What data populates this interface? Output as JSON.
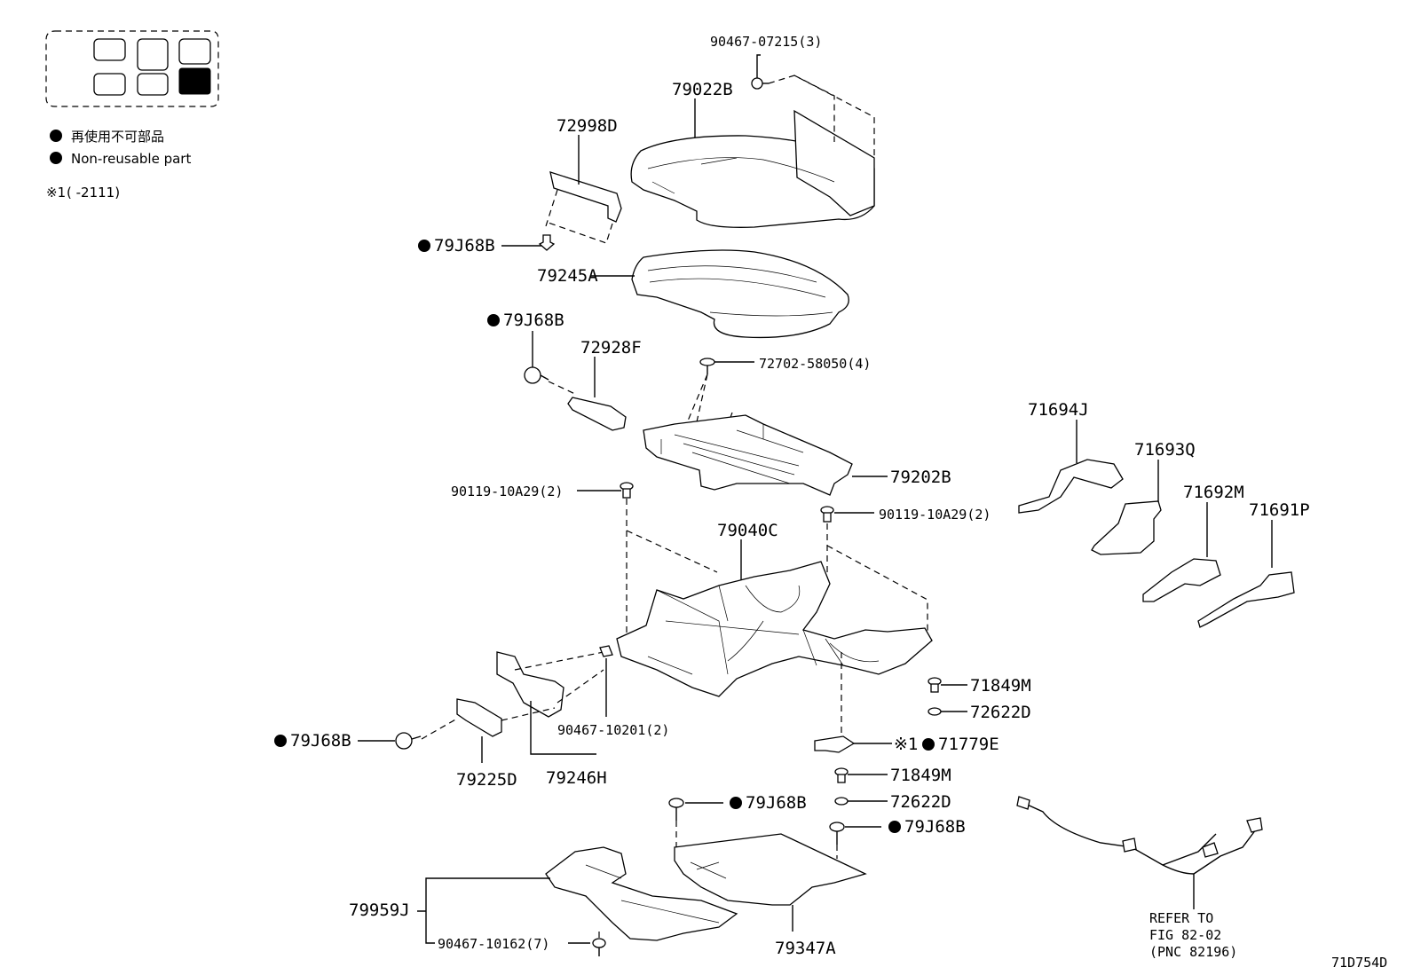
{
  "legend": {
    "non_reusable_jp": "再使用不可部品",
    "non_reusable_en": "Non-reusable part",
    "note1_mark": "※1",
    "note1_text": "( -2111)"
  },
  "diagram_code": "71D754D",
  "refer": {
    "line1": "REFER TO",
    "line2": "FIG 82-02",
    "line3": "(PNC 82196)"
  },
  "parts": {
    "p_90467_07215": "90467-07215(3)",
    "p_79022B": "79022B",
    "p_72998D": "72998D",
    "p_79J68B_a": "79J68B",
    "p_79245A": "79245A",
    "p_79J68B_b": "79J68B",
    "p_72928F": "72928F",
    "p_72702_58050": "72702-58050(4)",
    "p_71694J": "71694J",
    "p_71693Q": "71693Q",
    "p_71692M": "71692M",
    "p_71691P": "71691P",
    "p_79202B": "79202B",
    "p_90119_left": "90119-10A29(2)",
    "p_90119_right": "90119-10A29(2)",
    "p_79040C": "79040C",
    "p_71849M_a": "71849M",
    "p_72622D_a": "72622D",
    "p_71779E_mark": "※1",
    "p_71779E": "71779E",
    "p_71849M_b": "71849M",
    "p_72622D_b": "72622D",
    "p_79J68B_c": "79J68B",
    "p_90467_10201": "90467-10201(2)",
    "p_79225D": "79225D",
    "p_79246H": "79246H",
    "p_79J68B_d": "79J68B",
    "p_79J68B_e": "79J68B",
    "p_79959J": "79959J",
    "p_90467_10162": "90467-10162(7)",
    "p_79347A": "79347A"
  },
  "icons": {
    "non_reusable_marker": "filled-circle",
    "vehicle_selector": "seat-position-grid"
  }
}
